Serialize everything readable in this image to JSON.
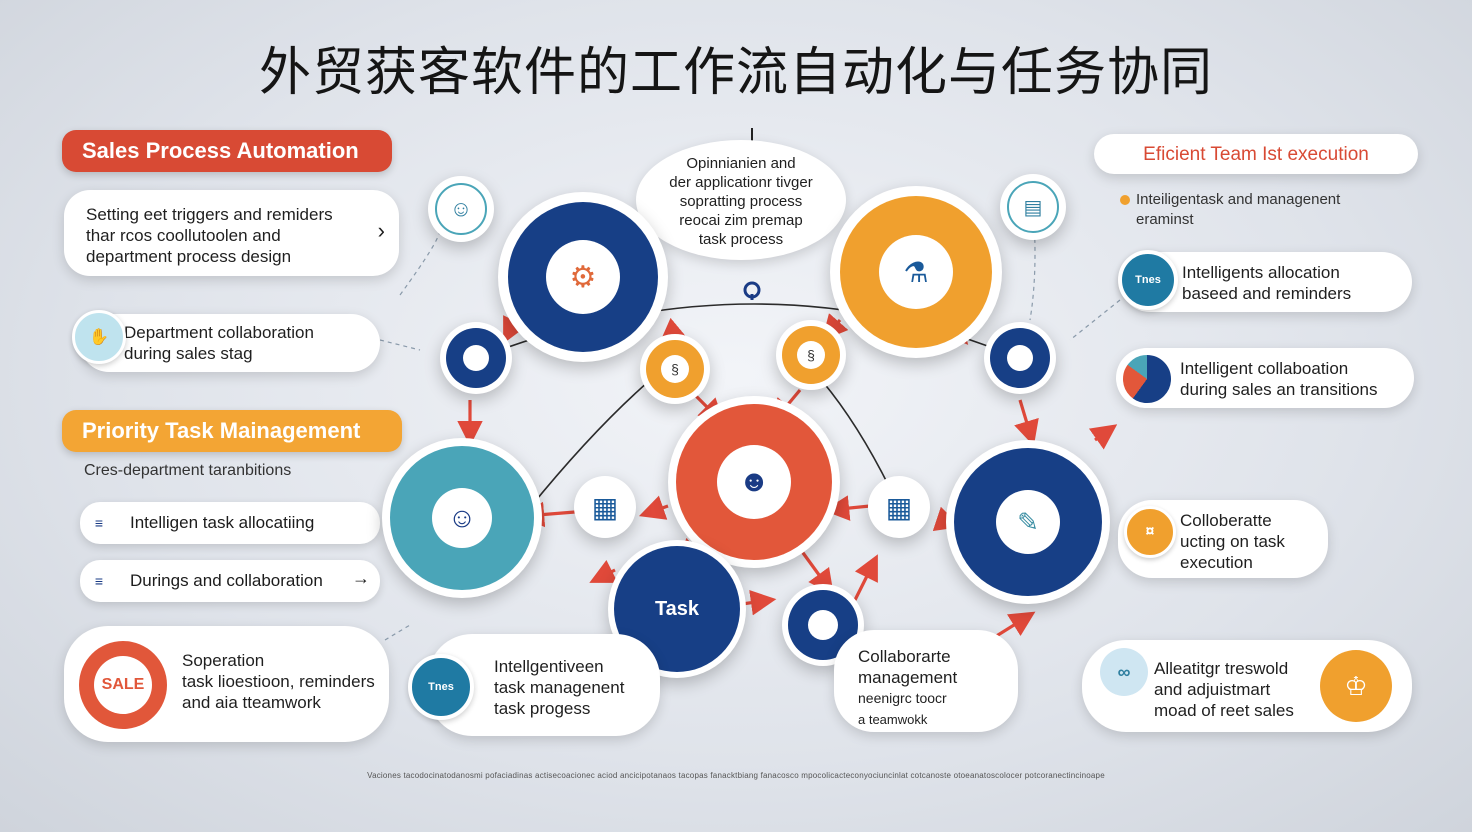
{
  "title": "外贸获客软件的工作流自动化与任务协同",
  "left": {
    "banner_sales": "Sales Process Automation",
    "card1": [
      "Setting eet triggers and remiders",
      "thar rcos coollutoolen and",
      "department process design"
    ],
    "card2": [
      "Department collaboration",
      "during sales stag"
    ],
    "banner_priority": "Priority  Task Mainagement",
    "cross_dept": "Cres-department taranbitions",
    "pill1": "Intelligen task allocatiing",
    "pill2": "Durings and collaboration",
    "sale_badge": "SALE",
    "card3": [
      "Soperation",
      "task lioestioon, reminders",
      "and aia tteamwork"
    ]
  },
  "center": {
    "top_bubble": [
      "Opinnianien and",
      "der applicationr tivger",
      "sopratting process",
      "reocai zim premap",
      "task process"
    ],
    "task_label": "Task",
    "bottom_left_badge": "Tnes",
    "bottom_left_card": [
      "Intellgentiveen",
      "task managenent",
      "task progess"
    ],
    "bottom_right_card": [
      "Collaborarte",
      "management",
      "neenigrc toocr",
      "a teamwokk"
    ]
  },
  "right": {
    "banner": "Eficient Team Ist execution",
    "intro": [
      "Inteiligentask and managenent",
      "eraminst"
    ],
    "card1_badge": "Tnes",
    "card1": [
      "Intelligents allocation",
      "baseed and reminders"
    ],
    "card2": [
      "Intelligent collaboation",
      "during sales an transitions"
    ],
    "card3": [
      "Colloberatte",
      "ucting on task",
      "execution"
    ],
    "card4": [
      "Alleatitgr treswold",
      "and adjuistmart",
      "moad of reet sales"
    ]
  },
  "footer": "Vaciones tacodocinatodanosmi pofaciadinas actisecoacionec aciod ancicipotanaos tacopas fanacktbiang fanacosco mpocolicacteconyociuncinlat cotcanoste otoeanatoscolocer potcoranectincinoape",
  "colors": {
    "navy": "#173f86",
    "orange": "#f0a02e",
    "red": "#e2573a",
    "teal": "#4aa5b8",
    "banner_red": "#d84a34",
    "banner_orange": "#f3a534"
  }
}
